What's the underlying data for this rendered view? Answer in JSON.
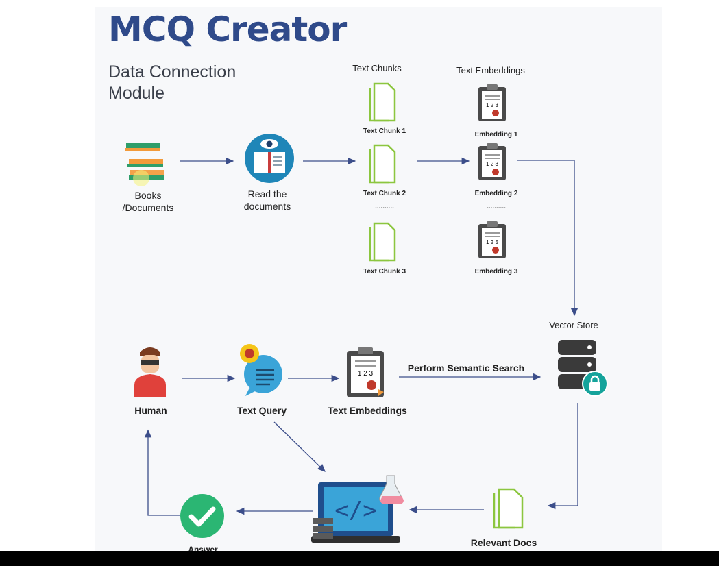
{
  "title": "MCQ Creator",
  "subtitle": "Data Connection Module",
  "top_row": {
    "books_label": "Books /Documents",
    "read_label": "Read the documents",
    "chunks_header": "Text Chunks",
    "chunks": [
      "Text Chunk 1",
      "Text Chunk 2",
      "Text Chunk 3"
    ],
    "embeddings_header": "Text Embeddings",
    "embeddings": [
      "Embedding 1",
      "Embedding 2",
      "Embedding 3"
    ],
    "ellipsis": ".........."
  },
  "vector_store_label": "Vector Store",
  "bottom_row": {
    "human_label": "Human",
    "query_label": "Text Query",
    "embeddings_label": "Text Embeddings",
    "search_label": "Perform Semantic Search",
    "relevant_label": "Relevant Docs",
    "answer_label": "Answer"
  },
  "colors": {
    "title": "#2f4a8a",
    "arrow": "#3c4e8a",
    "chunk_green": "#8cc63f",
    "check_green": "#2bb673",
    "human_red": "#e0413b"
  }
}
